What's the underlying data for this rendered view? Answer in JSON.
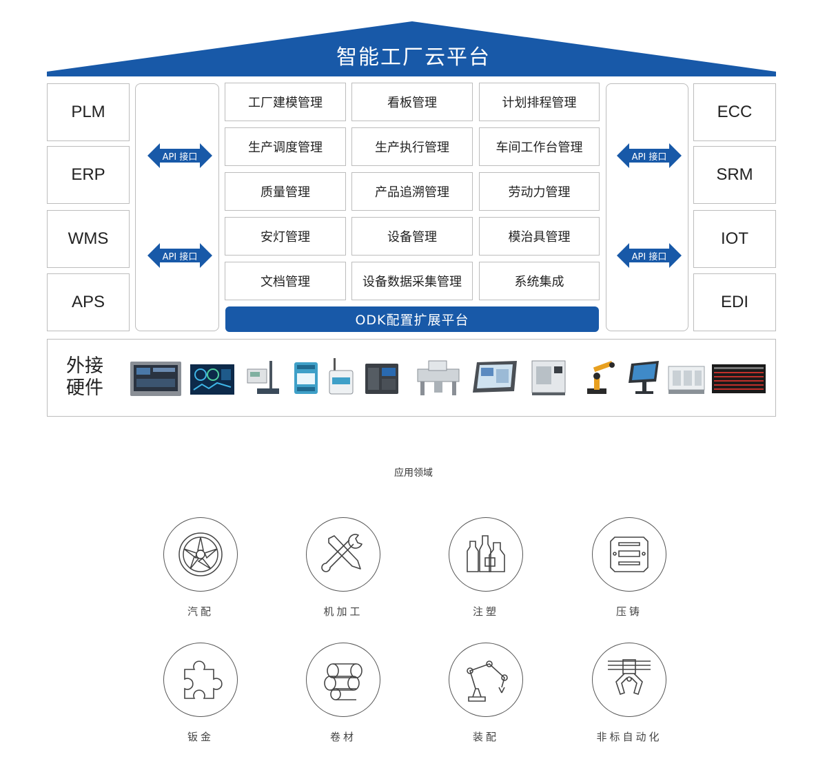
{
  "roof": {
    "title": "智能工厂云平台",
    "color": "#1859a8"
  },
  "left_systems": [
    "PLM",
    "ERP",
    "WMS",
    "APS"
  ],
  "right_systems": [
    "ECC",
    "SRM",
    "IOT",
    "EDI"
  ],
  "api": {
    "label": "API 接口"
  },
  "modules": [
    [
      "工厂建模管理",
      "看板管理",
      "计划排程管理"
    ],
    [
      "生产调度管理",
      "生产执行管理",
      "车间工作台管理"
    ],
    [
      "质量管理",
      "产品追溯管理",
      "劳动力管理"
    ],
    [
      "安灯管理",
      "设备管理",
      "模治具管理"
    ],
    [
      "文档管理",
      "设备数据采集管理",
      "系统集成"
    ]
  ],
  "odk": {
    "label": "ODK配置扩展平台"
  },
  "hardware": {
    "label_line1": "外接",
    "label_line2": "硬件",
    "devices": [
      "touch-panel-icon",
      "dashboard-screen-icon",
      "weighing-scale-icon",
      "io-module-icon",
      "wireless-module-icon",
      "industrial-pc-icon",
      "conveyor-machine-icon",
      "hmi-panel-icon",
      "cnc-machine-icon",
      "robot-arm-icon",
      "kiosk-terminal-icon",
      "production-line-icon",
      "andon-board-icon"
    ]
  },
  "applications": {
    "title": "应用领域",
    "items": [
      {
        "label": "汽配",
        "icon": "wheel-icon"
      },
      {
        "label": "机加工",
        "icon": "wrench-screwdriver-icon"
      },
      {
        "label": "注塑",
        "icon": "bottles-icon"
      },
      {
        "label": "压铸",
        "icon": "casting-plate-icon"
      },
      {
        "label": "钣金",
        "icon": "puzzle-piece-icon"
      },
      {
        "label": "卷材",
        "icon": "coil-rolls-icon"
      },
      {
        "label": "装配",
        "icon": "assembly-robot-icon"
      },
      {
        "label": "非标自动化",
        "icon": "gripper-icon"
      }
    ]
  }
}
